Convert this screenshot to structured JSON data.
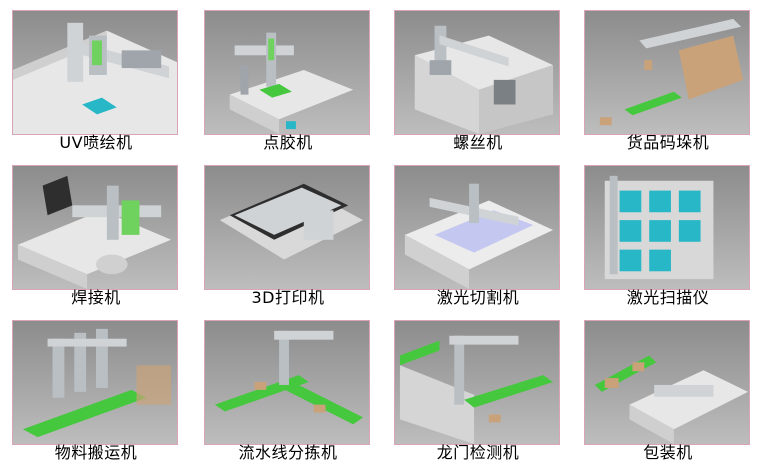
{
  "tiles": [
    {
      "label": "UV喷绘机"
    },
    {
      "label": "点胶机"
    },
    {
      "label": "螺丝机"
    },
    {
      "label": "货品码垛机"
    },
    {
      "label": "焊接机"
    },
    {
      "label": "3D打印机"
    },
    {
      "label": "激光切割机"
    },
    {
      "label": "激光扫描仪"
    },
    {
      "label": "物料搬运机"
    },
    {
      "label": "流水线分拣机"
    },
    {
      "label": "龙门检测机"
    },
    {
      "label": "包装机"
    }
  ],
  "colors": {
    "frame_border": "#d9a4b5",
    "machine_green": "#6fd25f",
    "rail_silver": "#cfd3d6",
    "platform": "#e7e7e7",
    "cyan_panel": "#27b7c6",
    "conveyor_green": "#46c83e",
    "box_tan": "#c9a27a"
  }
}
